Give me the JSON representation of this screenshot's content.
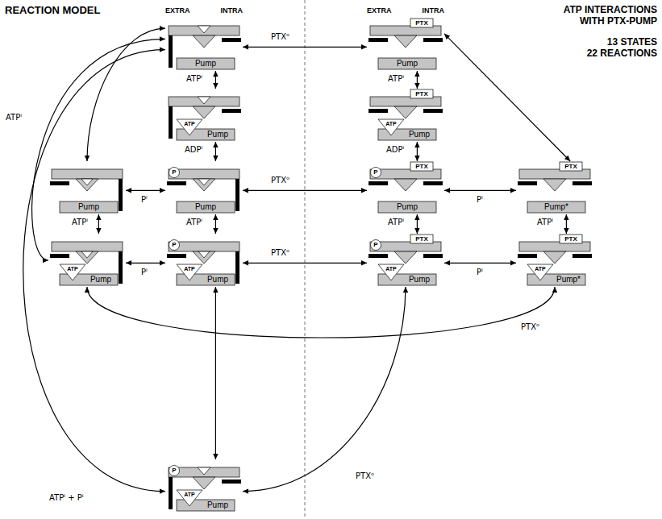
{
  "diagram": {
    "title": "REACTION MODEL",
    "nodes": [
      {
        "text": [
          "Pump"
        ]
      },
      {
        "text": [
          "ATP",
          "Pump"
        ]
      },
      {
        "text": [
          "P",
          "Pump"
        ]
      },
      {
        "text": [
          "P",
          "ATP",
          "Pump"
        ]
      },
      {
        "text": [
          "P",
          "ATP",
          "Pump"
        ]
      },
      {
        "text": [
          "Pump"
        ]
      },
      {
        "text": [
          "ATP",
          "Pump"
        ]
      },
      {
        "text": [
          "PTX",
          "Pump"
        ]
      },
      {
        "text": [
          "PTX",
          "ATP",
          "Pump"
        ]
      },
      {
        "text": [
          "P",
          "PTX",
          "Pump"
        ]
      },
      {
        "text": [
          "P",
          "PTX",
          "ATP",
          "Pump"
        ]
      },
      {
        "text": [
          "PTX",
          "Pump*"
        ]
      },
      {
        "text": [
          "PTX",
          "ATP",
          "Pump*"
        ]
      }
    ],
    "edges": [
      {
        "from": 0,
        "to": 7,
        "label": "PTXᵒ",
        "arrow": "both"
      },
      {
        "from": 0,
        "to": 1,
        "label": "ATPⁱ",
        "arrow": "both"
      },
      {
        "from": 1,
        "to": 2,
        "label": "ADPⁱ",
        "arrow": "both"
      },
      {
        "from": 2,
        "to": 5,
        "label": "Pⁱ",
        "arrow": "both"
      },
      {
        "from": 2,
        "to": 9,
        "label": "PTXᵒ",
        "arrow": "both"
      },
      {
        "from": 2,
        "to": 3,
        "label": "ATPⁱ",
        "arrow": "both"
      },
      {
        "from": 5,
        "to": 6,
        "label": "ATPⁱ",
        "arrow": "both"
      },
      {
        "from": 3,
        "to": 6,
        "label": "Pⁱ",
        "arrow": "both"
      },
      {
        "from": 3,
        "to": 10,
        "label": "PTXᵒ",
        "arrow": "both"
      },
      {
        "from": 3,
        "to": 4,
        "arrow": "both"
      },
      {
        "from": 7,
        "to": 8,
        "label": "ATPⁱ",
        "arrow": "both"
      },
      {
        "from": 8,
        "to": 9,
        "label": "ADPⁱ",
        "arrow": "both"
      },
      {
        "from": 9,
        "to": 11,
        "label": "Pⁱ",
        "arrow": "both"
      },
      {
        "from": 9,
        "to": 10,
        "label": "ATPⁱ",
        "arrow": "both"
      },
      {
        "from": 10,
        "to": 12,
        "label": "Pⁱ",
        "arrow": "both"
      },
      {
        "from": 11,
        "to": 12,
        "label": "ATPⁱ",
        "arrow": "both"
      },
      {
        "from": 7,
        "to": 11,
        "arrow": "both"
      },
      {
        "from": 0,
        "to": 5,
        "arrow": "both"
      },
      {
        "from": 0,
        "to": 6,
        "label": "ATPⁱ",
        "arrow": "both"
      },
      {
        "from": 0,
        "to": 4,
        "label": "ATPⁱ + Pⁱ",
        "arrow": "both"
      },
      {
        "from": 6,
        "to": 12,
        "label": "PTXᵒ",
        "arrow": "both"
      },
      {
        "from": 10,
        "to": 4,
        "label": "PTXᵒ",
        "arrow": "both"
      }
    ],
    "labels": [
      "EXTRA",
      "INTRA",
      "EXTRA",
      "INTRA",
      "ATP INTERACTIONS WITH PTX-PUMP",
      "13 STATES",
      "22 REACTIONS"
    ]
  }
}
